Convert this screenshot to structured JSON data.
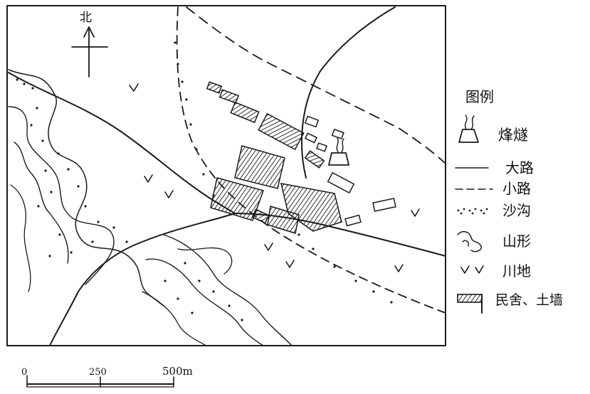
{
  "north_label": "北",
  "legend": {
    "title": "图例",
    "items": [
      {
        "key": "beacon",
        "label": "烽燧"
      },
      {
        "key": "main-road",
        "label": "大路"
      },
      {
        "key": "path",
        "label": "小路"
      },
      {
        "key": "sand-gully",
        "label": "沙沟"
      },
      {
        "key": "mountain",
        "label": "山形"
      },
      {
        "key": "river-land",
        "label": "川地"
      },
      {
        "key": "houses-walls",
        "label": "民舍、土墙"
      }
    ]
  },
  "scale_bar": {
    "ticks": [
      "0",
      "250",
      "500m"
    ]
  },
  "colors": {
    "ink": "#1a1a1a",
    "paper": "#ffffff"
  }
}
